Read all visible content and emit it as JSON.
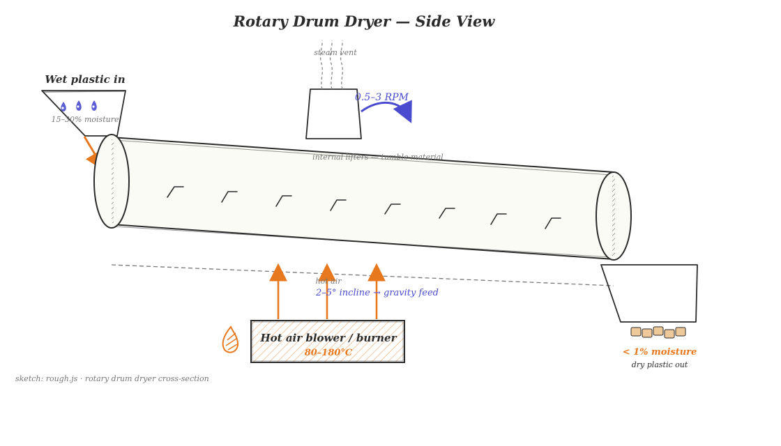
{
  "title": "Rotary Drum Dryer — Side View",
  "labels": {
    "wet_in": "Wet plastic in",
    "wet_moisture": "15–30% moisture",
    "steam_vent": "steam vent",
    "rpm": "0.5–3 RPM",
    "lifters": "internal lifters — tumble material",
    "hot_air": "hot air",
    "incline": "2–5° incline → gravity feed",
    "burner": "Hot air blower / burner",
    "burner_temp": "80–180°C",
    "dry_moisture": "< 1% moisture",
    "dry_out": "dry plastic out",
    "footer": "sketch: rough.js · rotary drum dryer cross-section"
  },
  "colors": {
    "ink": "#2b2b2b",
    "accent_orange": "#e8781e",
    "accent_blue": "#4b4bcf",
    "muted": "#777777",
    "drum_fill": "#fbfbf6",
    "pellet_fill": "#f0c99a"
  },
  "icons": {
    "drop": "water-drop-icon",
    "flame": "flame-icon",
    "pellet": "pellet-icon"
  }
}
